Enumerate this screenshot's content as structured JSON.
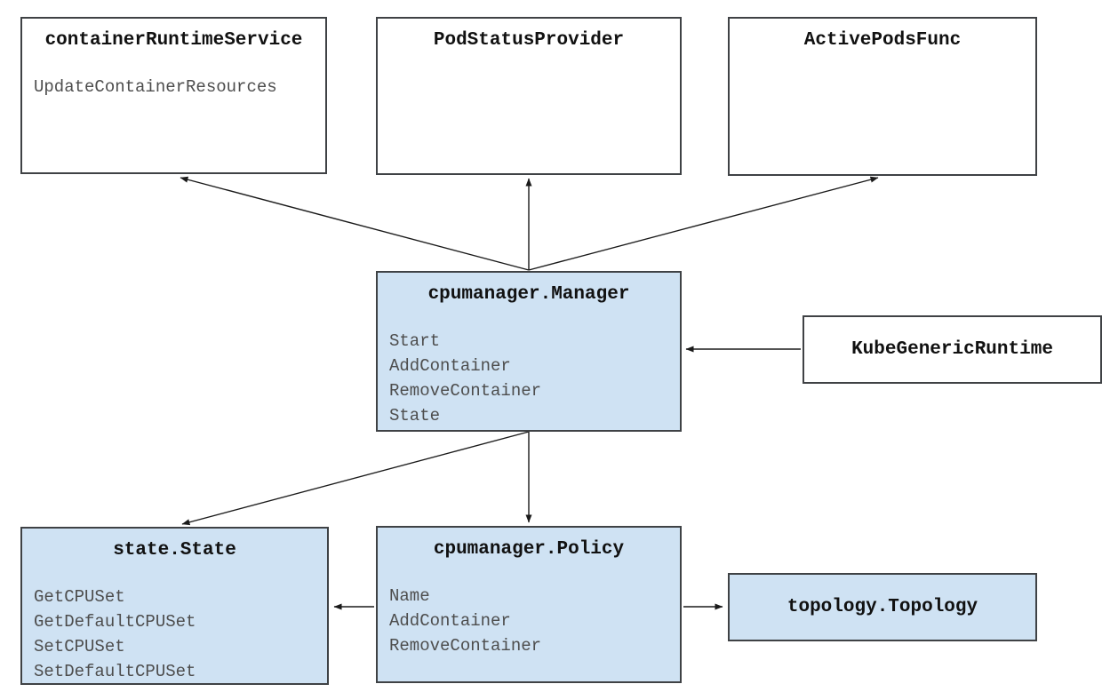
{
  "diagram": {
    "description": "CPU Manager component diagram",
    "colors": {
      "background": "#ffffff",
      "box_fill_blue": "#cfe2f3",
      "box_fill_white": "#ffffff",
      "box_border": "#3f4245",
      "title_text": "#111111",
      "method_text": "#4d4d4d",
      "arrow": "#1a1a1a"
    },
    "nodes": {
      "container_runtime_service": {
        "title": "containerRuntimeService",
        "methods": [
          "UpdateContainerResources"
        ]
      },
      "pod_status_provider": {
        "title": "PodStatusProvider",
        "methods": []
      },
      "active_pods_func": {
        "title": "ActivePodsFunc",
        "methods": []
      },
      "cpumanager_manager": {
        "title": "cpumanager.Manager",
        "methods": [
          "Start",
          "AddContainer",
          "RemoveContainer",
          "State"
        ]
      },
      "kube_generic_runtime": {
        "title": "KubeGenericRuntime",
        "methods": []
      },
      "state_state": {
        "title": "state.State",
        "methods": [
          "GetCPUSet",
          "GetDefaultCPUSet",
          "SetCPUSet",
          "SetDefaultCPUSet"
        ]
      },
      "cpumanager_policy": {
        "title": "cpumanager.Policy",
        "methods": [
          "Name",
          "AddContainer",
          "RemoveContainer"
        ]
      },
      "topology_topology": {
        "title": "topology.Topology",
        "methods": []
      }
    },
    "edges": [
      {
        "from": "cpumanager.Manager",
        "to": "containerRuntimeService"
      },
      {
        "from": "cpumanager.Manager",
        "to": "PodStatusProvider"
      },
      {
        "from": "cpumanager.Manager",
        "to": "ActivePodsFunc"
      },
      {
        "from": "KubeGenericRuntime",
        "to": "cpumanager.Manager"
      },
      {
        "from": "cpumanager.Manager",
        "to": "state.State"
      },
      {
        "from": "cpumanager.Manager",
        "to": "cpumanager.Policy"
      },
      {
        "from": "cpumanager.Policy",
        "to": "state.State"
      },
      {
        "from": "cpumanager.Policy",
        "to": "topology.Topology"
      }
    ]
  }
}
